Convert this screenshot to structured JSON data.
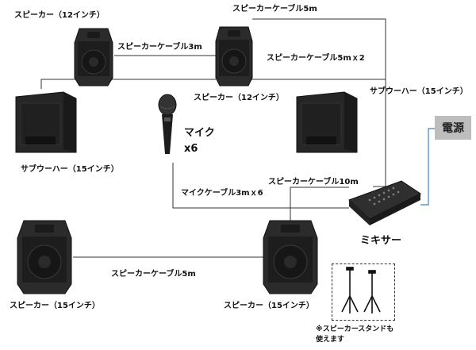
{
  "labels": {
    "speaker_top_left": "スピーカー（12インチ）",
    "speaker_top_center": "スピーカー（12インチ）",
    "subwoofer_left": "サブウーハー（15インチ）",
    "subwoofer_right": "サブウーハー（15インチ）",
    "speaker_bottom_left": "スピーカー（15インチ）",
    "speaker_bottom_right": "スピーカー（15インチ）",
    "mic": "マイク",
    "mic_count": "x6",
    "mixer": "ミキサー",
    "power": "電源",
    "stand_note_line1": "※スピーカースタンドも",
    "stand_note_line2": "使えます"
  },
  "cables": {
    "top_5m": "スピーカーケーブル5m",
    "mid_3m": "スピーカーケーブル3m",
    "mid_5m_x2": "スピーカーケーブル5mｘ2",
    "mixer_10m": "スピーカーケーブル10m",
    "mic_3m_x6": "マイクケーブル3mｘ6",
    "bottom_5m": "スピーカーケーブル5m"
  },
  "colors": {
    "wire": "#333333",
    "power_wire": "#3b86c6",
    "power_box": "#bdbdbd",
    "speaker_body": "#2a2a2a"
  }
}
